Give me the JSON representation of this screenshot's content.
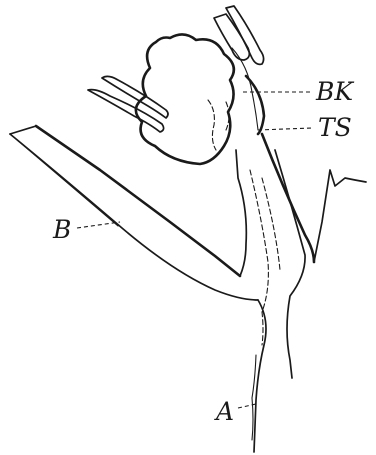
{
  "labels": {
    "bk": "BK",
    "ts": "TS",
    "b": "B",
    "a": "A"
  }
}
